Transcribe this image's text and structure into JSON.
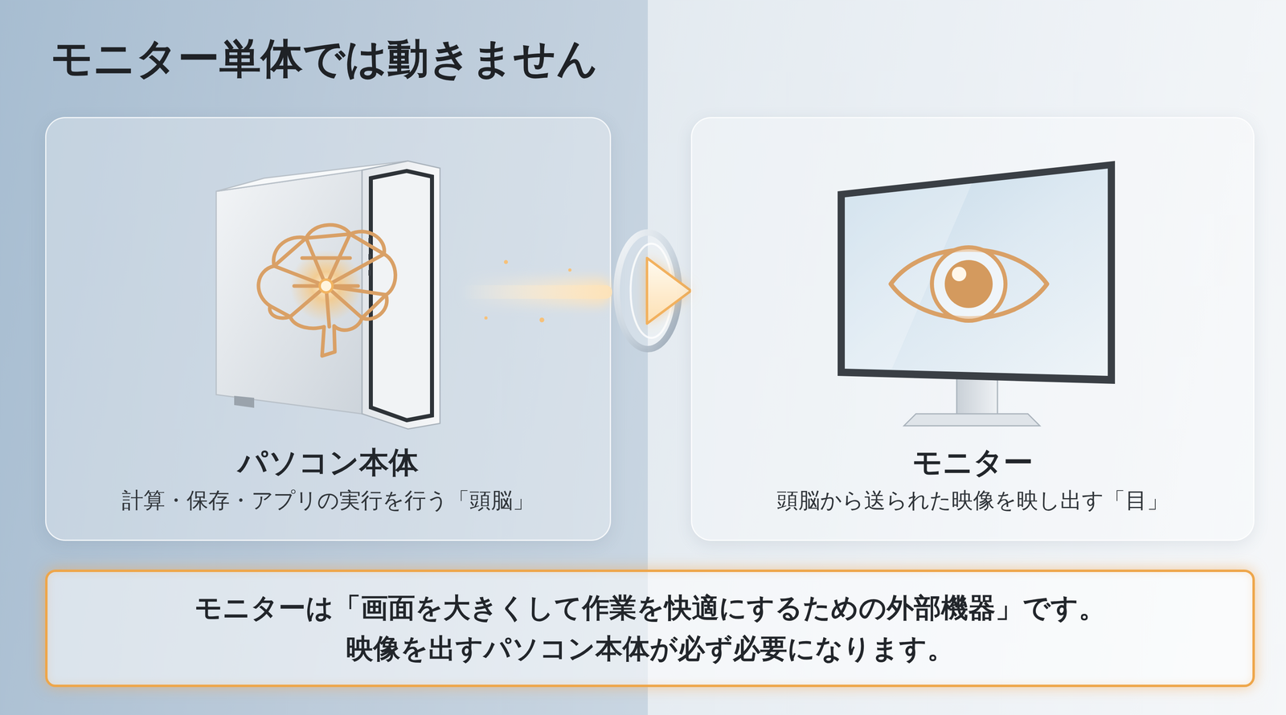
{
  "diagram": {
    "title": "モニター単体では動きません",
    "nodes": [
      {
        "text": [
          "パソコン本体",
          "計算・保存・アプリの実行を行う「頭脳」"
        ]
      },
      {
        "text": [
          "モニター",
          "頭脳から送られた映像を映し出す「目」"
        ]
      },
      {
        "text": [
          "モニターは「画面を大きくして作業を快適にするための外部機器」です。",
          "映像を出すパソコン本体が必ず必要になります。"
        ]
      }
    ],
    "edges": [
      {
        "from": 0,
        "to": 1,
        "arrow": "to"
      }
    ]
  }
}
